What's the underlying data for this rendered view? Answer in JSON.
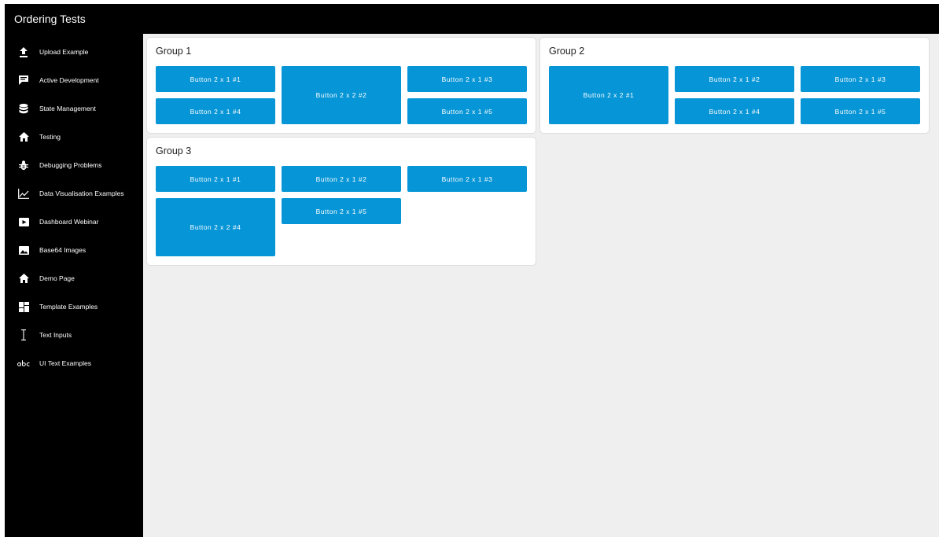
{
  "header": {
    "title": "Ordering Tests"
  },
  "sidebar": {
    "items": [
      {
        "label": "Upload Example",
        "icon": "upload-icon"
      },
      {
        "label": "Active Development",
        "icon": "feedback-icon"
      },
      {
        "label": "State Management",
        "icon": "database-icon"
      },
      {
        "label": "Testing",
        "icon": "home-icon"
      },
      {
        "label": "Debugging Problems",
        "icon": "bug-icon"
      },
      {
        "label": "Data Visualisation Examples",
        "icon": "line-chart-icon"
      },
      {
        "label": "Dashboard Webinar",
        "icon": "video-camera-icon"
      },
      {
        "label": "Base64 Images",
        "icon": "image-icon"
      },
      {
        "label": "Demo Page",
        "icon": "home-icon"
      },
      {
        "label": "Template Examples",
        "icon": "dashboard-icon"
      },
      {
        "label": "Text Inputs",
        "icon": "text-cursor-icon"
      },
      {
        "label": "UI Text Examples",
        "icon": "abc-icon"
      }
    ]
  },
  "groups": [
    {
      "title": "Group 1",
      "buttons": [
        "Button 2 x 1 #1",
        "Button 2 x 2 #2",
        "Button 2 x 1 #3",
        "Button 2 x 1 #4",
        "Button 2 x 1 #5"
      ]
    },
    {
      "title": "Group 2",
      "buttons": [
        "Button 2 x 2 #1",
        "Button 2 x 1 #2",
        "Button 2 x 1 #3",
        "Button 2 x 1 #4",
        "Button 2 x 1 #5"
      ]
    },
    {
      "title": "Group 3",
      "buttons": [
        "Button 2 x 1 #1",
        "Button 2 x 1 #2",
        "Button 2 x 1 #3",
        "Button 2 x 2 #4",
        "Button 2 x 1 #5"
      ]
    }
  ],
  "colors": {
    "button": "#0695d6",
    "header": "#000000",
    "sidebar": "#000000",
    "content_bg": "#efefef"
  }
}
